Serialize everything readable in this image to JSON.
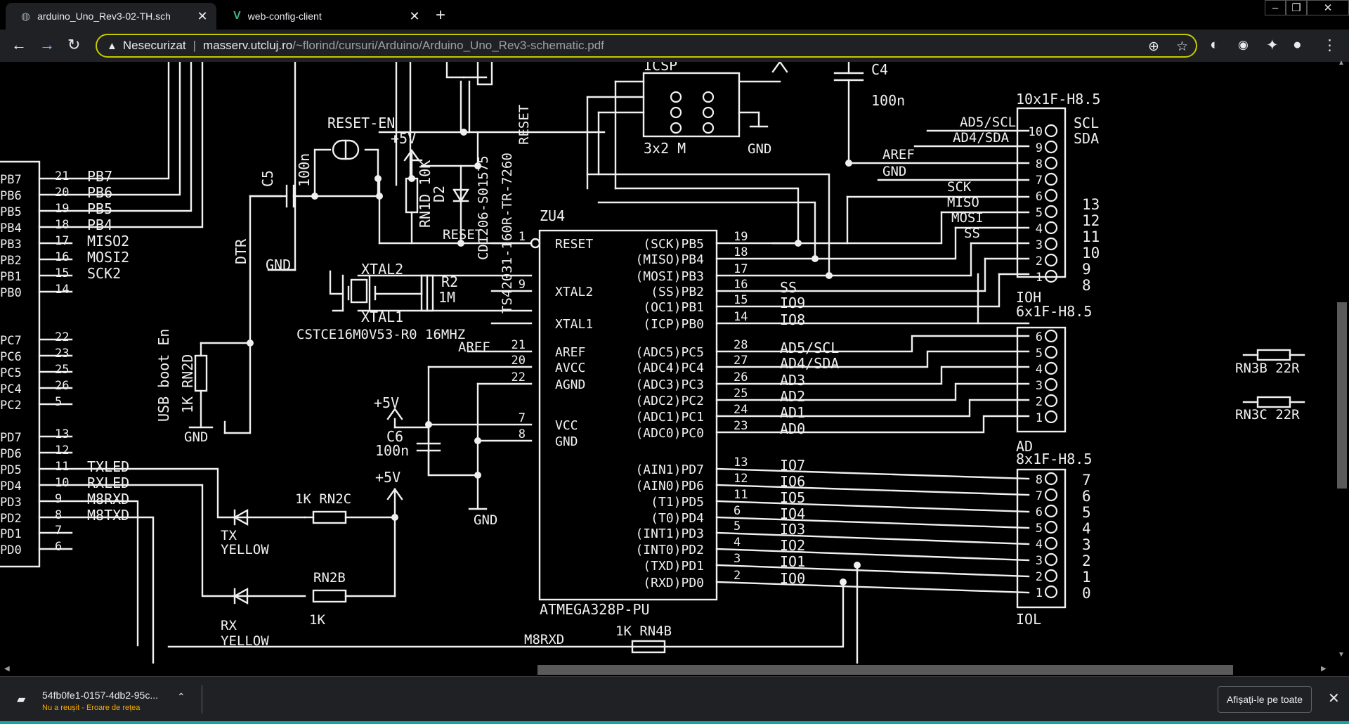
{
  "tabs": [
    {
      "title": "arduino_Uno_Rev3-02-TH.sch",
      "active": true,
      "icon": "globe-icon"
    },
    {
      "title": "web-config-client",
      "active": false,
      "icon": "vue-logo-icon"
    }
  ],
  "address": {
    "security": "Nesecurizat",
    "host": "masserv.utcluj.ro",
    "path": "/~florind/cursuri/Arduino/Arduino_Uno_Rev3-schematic.pdf"
  },
  "download": {
    "filename": "54fb0fe1-0157-4db2-95c...",
    "status": "Nu a reușit - Eroare de rețea",
    "show_all": "Afișați-le pe toate"
  },
  "schematic": {
    "left_pins": [
      {
        "num": "21",
        "port": "PB7",
        "net": "PB7"
      },
      {
        "num": "20",
        "port": "PB6",
        "net": "PB6"
      },
      {
        "num": "19",
        "port": "PB5",
        "net": "PB5"
      },
      {
        "num": "18",
        "port": "PB4",
        "net": "PB4"
      },
      {
        "num": "17",
        "port": "PB3",
        "net": "MISO2"
      },
      {
        "num": "16",
        "port": "PB2",
        "net": "MOSI2"
      },
      {
        "num": "15",
        "port": "PB1",
        "net": "SCK2"
      },
      {
        "num": "14",
        "port": "PB0",
        "net": ""
      },
      {
        "num": "22",
        "port": "PC7",
        "net": ""
      },
      {
        "num": "23",
        "port": "PC6",
        "net": ""
      },
      {
        "num": "25",
        "port": "PC5",
        "net": ""
      },
      {
        "num": "26",
        "port": "PC4",
        "net": ""
      },
      {
        "num": "5",
        "port": "PC2",
        "net": ""
      },
      {
        "num": "13",
        "port": "PD7",
        "net": ""
      },
      {
        "num": "12",
        "port": "PD6",
        "net": ""
      },
      {
        "num": "11",
        "port": "PD5",
        "net": "TXLED"
      },
      {
        "num": "10",
        "port": "PD4",
        "net": "RXLED"
      },
      {
        "num": "9",
        "port": "PD3",
        "net": "M8RXD"
      },
      {
        "num": "8",
        "port": "PD2",
        "net": "M8TXD"
      },
      {
        "num": "7",
        "port": "PD1",
        "net": ""
      },
      {
        "num": "6",
        "port": "PD0",
        "net": ""
      }
    ],
    "mcu": {
      "ref": "ZU4",
      "part": "ATMEGA328P-PU",
      "left": [
        {
          "num": "1",
          "name": "RESET"
        },
        {
          "num": "9",
          "name": "XTAL2"
        },
        {
          "num": "",
          "name": "XTAL1"
        },
        {
          "num": "21",
          "name": "AREF"
        },
        {
          "num": "20",
          "name": "AVCC"
        },
        {
          "num": "22",
          "name": "AGND"
        },
        {
          "num": "7",
          "name": "VCC"
        },
        {
          "num": "8",
          "name": "GND"
        }
      ],
      "right": [
        {
          "name": "(SCK)PB5",
          "num": "19",
          "net": ""
        },
        {
          "name": "(MISO)PB4",
          "num": "18",
          "net": ""
        },
        {
          "name": "(MOSI)PB3",
          "num": "17",
          "net": ""
        },
        {
          "name": "(SS)PB2",
          "num": "16",
          "net": "SS"
        },
        {
          "name": "(OC1)PB1",
          "num": "15",
          "net": "IO9"
        },
        {
          "name": "(ICP)PB0",
          "num": "14",
          "net": "IO8"
        },
        {
          "name": "(ADC5)PC5",
          "num": "28",
          "net": "AD5/SCL"
        },
        {
          "name": "(ADC4)PC4",
          "num": "27",
          "net": "AD4/SDA"
        },
        {
          "name": "(ADC3)PC3",
          "num": "26",
          "net": "AD3"
        },
        {
          "name": "(ADC2)PC2",
          "num": "25",
          "net": "AD2"
        },
        {
          "name": "(ADC1)PC1",
          "num": "24",
          "net": "AD1"
        },
        {
          "name": "(ADC0)PC0",
          "num": "23",
          "net": "AD0"
        },
        {
          "name": "(AIN1)PD7",
          "num": "13",
          "net": "IO7"
        },
        {
          "name": "(AIN0)PD6",
          "num": "12",
          "net": "IO6"
        },
        {
          "name": "(T1)PD5",
          "num": "11",
          "net": "IO5"
        },
        {
          "name": "(T0)PD4",
          "num": "6",
          "net": "IO4"
        },
        {
          "name": "(INT1)PD3",
          "num": "5",
          "net": "IO3"
        },
        {
          "name": "(INT0)PD2",
          "num": "4",
          "net": "IO2"
        },
        {
          "name": "(TXD)PD1",
          "num": "3",
          "net": "IO1"
        },
        {
          "name": "(RXD)PD0",
          "num": "2",
          "net": "IO0"
        }
      ]
    },
    "labels": {
      "reset_en": "RESET-EN",
      "c5": "C5",
      "c5_val": "100n",
      "plus5v": "+5V",
      "rn1d": "RN1D 10K",
      "d2": "D2",
      "reset": "RESET",
      "cd": "CD1206-S01575",
      "ts": "TS42031-160R-TR-7260",
      "dtr": "DTR",
      "gnd": "GND",
      "xtal2": "XTAL2",
      "xtal1": "XTAL1",
      "r2": "R2",
      "r2_val": "1M",
      "crystal": "CSTCE16M0V53-R0 16MHZ",
      "aref": "AREF",
      "usb_boot": "USB boot En",
      "rn2d": "1K RN2D",
      "c6": "C6",
      "c6_val": "100n",
      "icsp": "ICSP",
      "icsp_type": "3x2 M",
      "c4": "C4",
      "c4_val": "100n",
      "ioh_hdr": "10x1F-H8.5",
      "ioh": "IOH",
      "ad_hdr": "6x1F-H8.5",
      "ad": "AD",
      "iol_hdr": "8x1F-H8.5",
      "iol": "IOL",
      "scl": "SCL",
      "sda": "SDA",
      "sck": "SCK",
      "miso": "MISO",
      "mosi": "MOSI",
      "ss": "SS",
      "ad5scl": "AD5/SCL",
      "ad4sda": "AD4/SDA",
      "rn2c": "1K RN2C",
      "rn2b": "RN2B",
      "rn2b_val": "1K",
      "tx": "TX",
      "rx": "RX",
      "yellow": "YELLOW",
      "m8rxd": "M8RXD",
      "rn4b": "1K RN4B",
      "rn3b": "RN3B 22R",
      "rn3c": "RN3C 22R"
    },
    "ioh_pins": [
      "10",
      "9",
      "8",
      "7",
      "6",
      "5",
      "4",
      "3",
      "2",
      "1"
    ],
    "ioh_right": [
      "13",
      "12",
      "11",
      "10",
      "9",
      "8"
    ],
    "ad_pins": [
      "6",
      "5",
      "4",
      "3",
      "2",
      "1"
    ],
    "iol_pins": [
      "8",
      "7",
      "6",
      "5",
      "4",
      "3",
      "2",
      "1"
    ],
    "iol_right": [
      "7",
      "6",
      "5",
      "4",
      "3",
      "2",
      "1",
      "0"
    ]
  }
}
